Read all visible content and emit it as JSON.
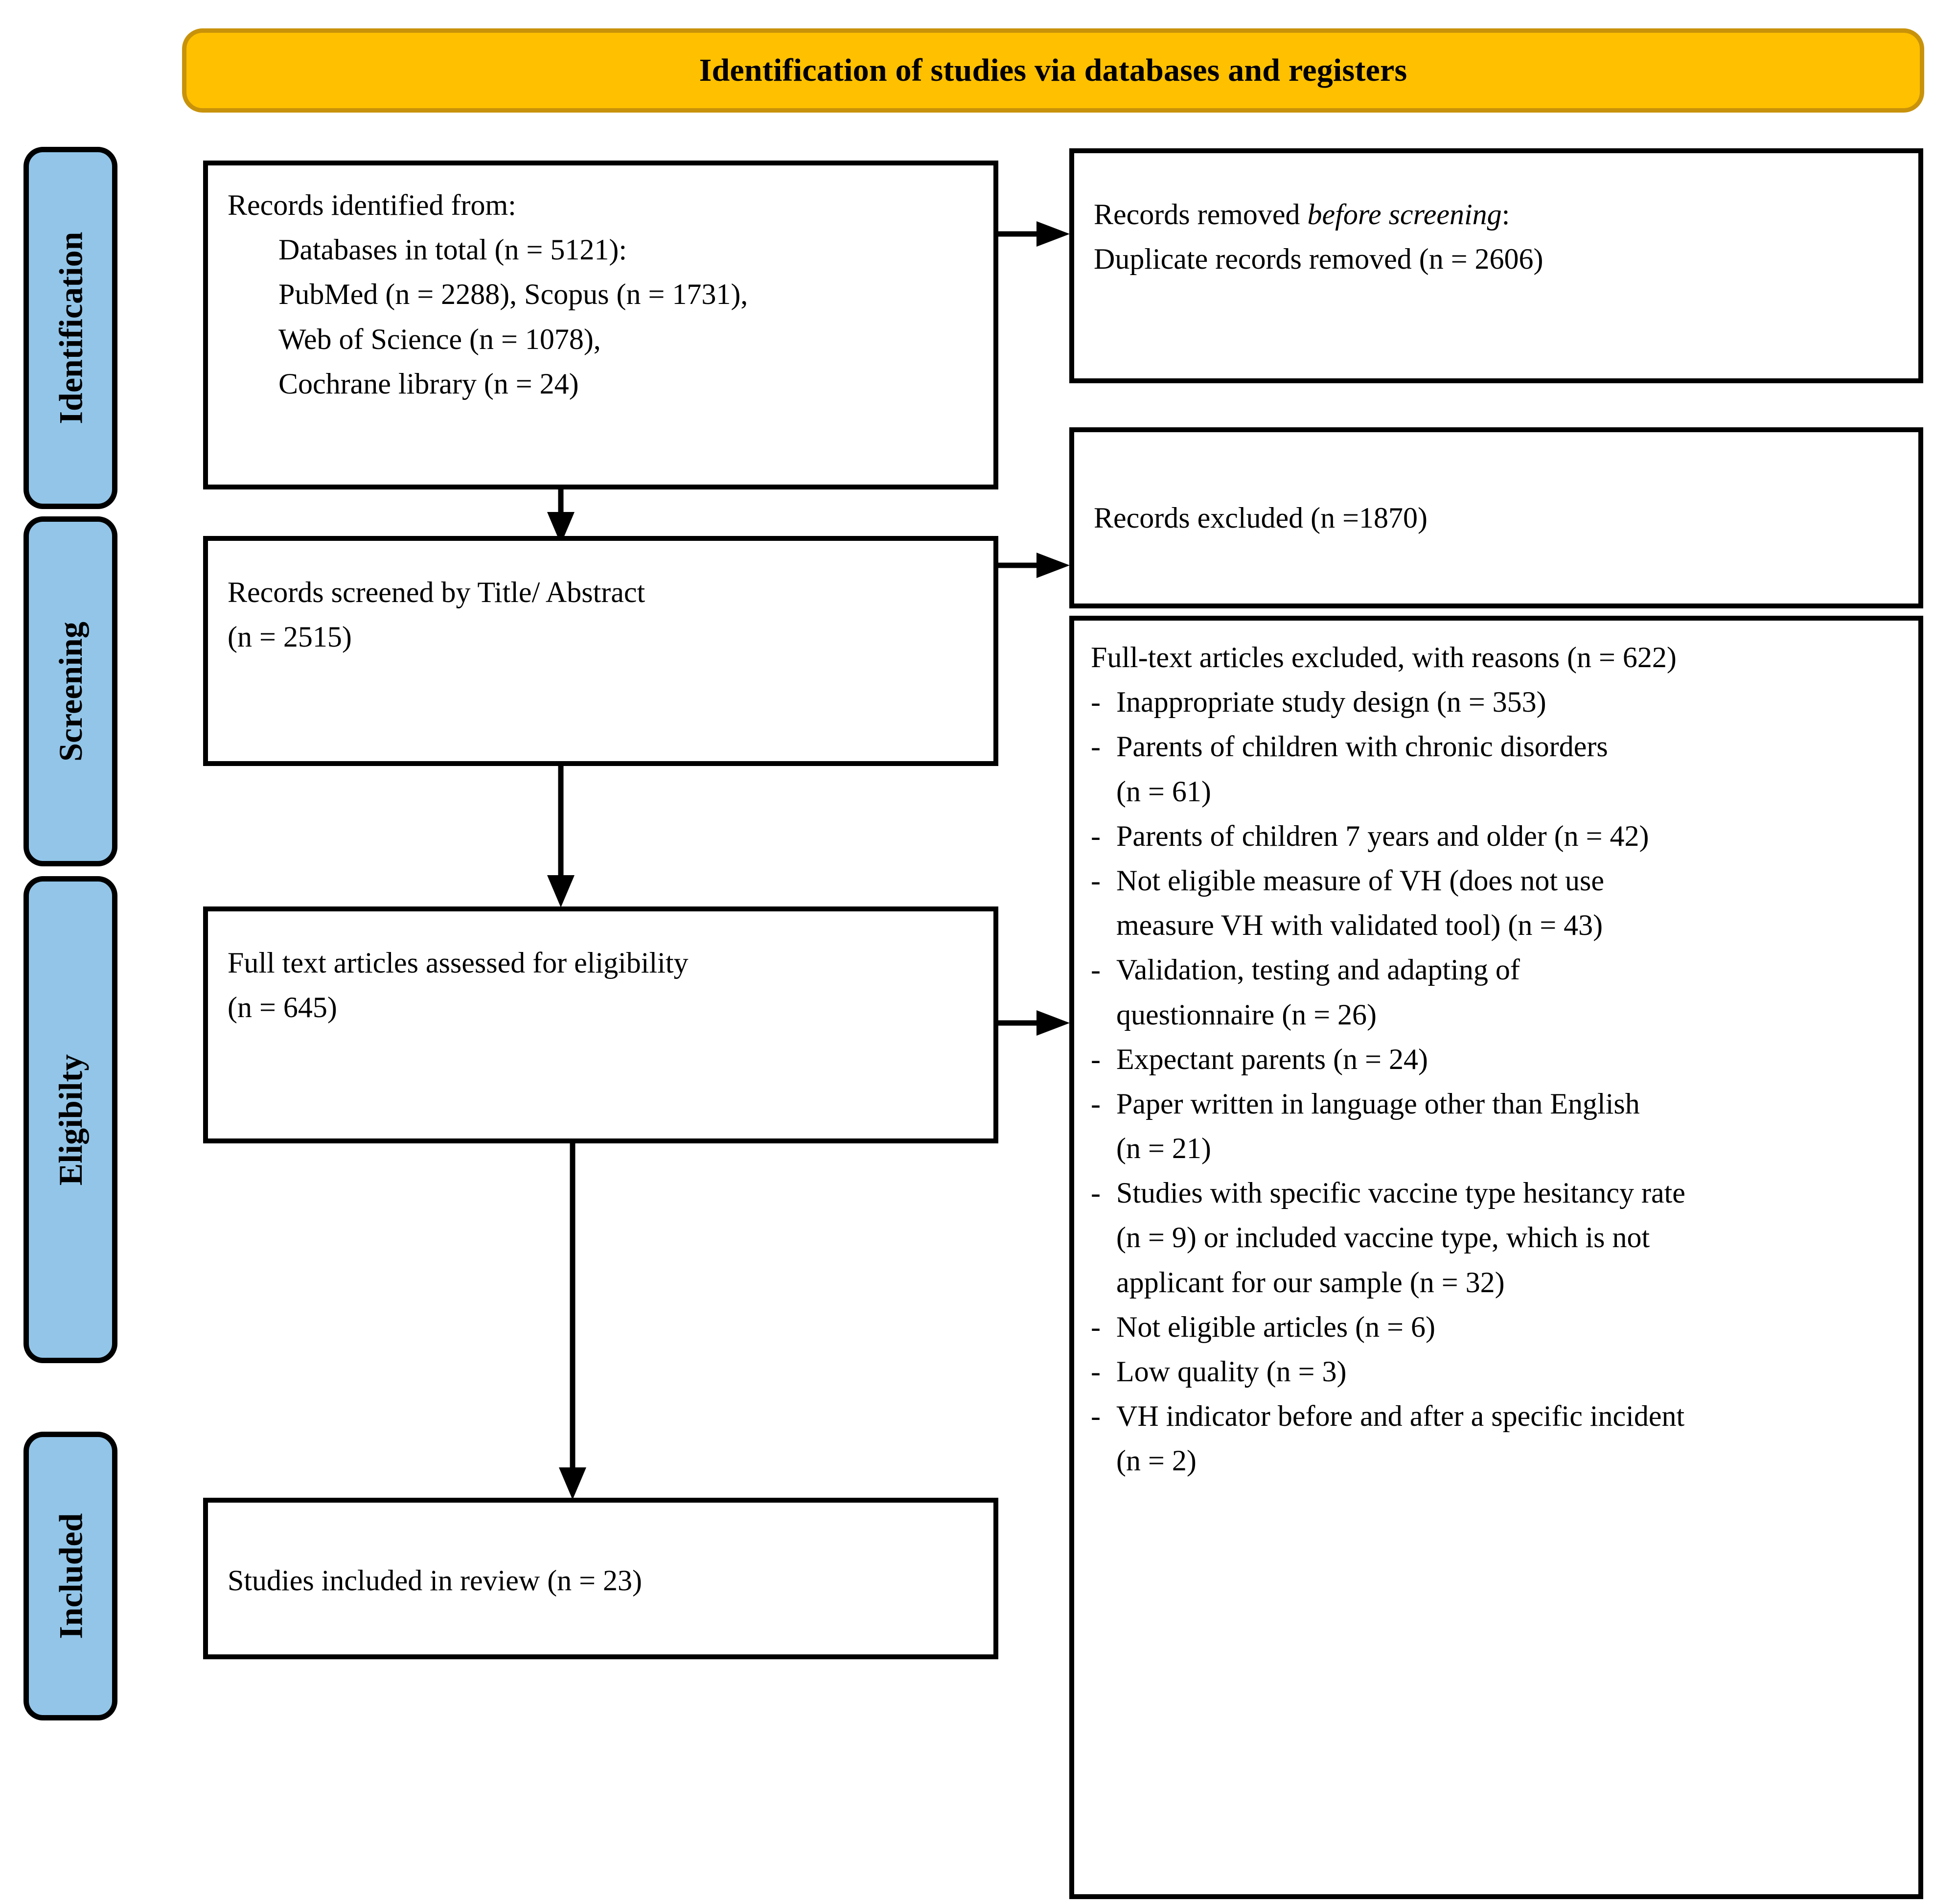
{
  "header": {
    "title": "Identification of studies via databases and registers",
    "fill_color": "#FFC000",
    "border_color": "#C8920A"
  },
  "stages": [
    {
      "id": "identification",
      "label": "Identification"
    },
    {
      "id": "screening",
      "label": "Screening"
    },
    {
      "id": "eligibility",
      "label": "Eligibilty"
    },
    {
      "id": "included",
      "label": "Included"
    }
  ],
  "stage_fill_color": "#92C5E8",
  "boxes": {
    "identified": {
      "lines": [
        "Records identified from:",
        "Databases in total (n = 5121):",
        "PubMed (n = 2288), Scopus (n = 1731),",
        "Web of Science (n = 1078),",
        "Cochrane library (n = 24)"
      ]
    },
    "removed": {
      "line1_a": "Records removed ",
      "line1_italic": "before screening",
      "line1_b": ":",
      "line2": "Duplicate records removed (n = 2606)"
    },
    "screened": {
      "lines": [
        "Records screened by Title/ Abstract",
        "(n = 2515)"
      ]
    },
    "excluded": {
      "lines": [
        "Records excluded (n =1870)"
      ]
    },
    "fulltext": {
      "lines": [
        "Full text articles assessed for eligibility",
        "(n = 645)"
      ]
    },
    "included": {
      "lines": [
        "Studies included in review (n = 23)"
      ]
    },
    "reasons": {
      "heading": "Full-text articles excluded, with reasons (n = 622)",
      "dash": "-",
      "items": [
        {
          "lines": [
            "Inappropriate study design (n = 353)"
          ]
        },
        {
          "lines": [
            "Parents of children with chronic disorders",
            "(n = 61)"
          ]
        },
        {
          "lines": [
            "Parents of children 7 years and older (n = 42)"
          ]
        },
        {
          "lines": [
            "Not eligible measure of VH (does not use",
            "measure VH with validated tool) (n = 43)"
          ]
        },
        {
          "lines": [
            "Validation, testing and adapting of",
            "questionnaire (n = 26)"
          ]
        },
        {
          "lines": [
            "Expectant parents (n = 24)"
          ]
        },
        {
          "lines": [
            "Paper written in language other than English",
            "(n = 21)"
          ]
        },
        {
          "lines": [
            "Studies with specific vaccine type hesitancy rate",
            "(n = 9) or included vaccine type, which is not",
            "applicant for our sample (n = 32)"
          ]
        },
        {
          "lines": [
            "Not eligible articles (n = 6)"
          ]
        },
        {
          "lines": [
            "Low quality (n = 3)"
          ]
        },
        {
          "lines": [
            "VH indicator before and after a specific incident",
            "(n = 2)"
          ]
        }
      ]
    }
  },
  "chart_data": {
    "type": "diagram",
    "diagram_kind": "PRISMA flow diagram",
    "title": "Identification of studies via databases and registers",
    "nodes": [
      {
        "id": "identified",
        "stage": "Identification",
        "label": "Records identified from: Databases in total (n = 5121): PubMed (n = 2288), Scopus (n = 1731), Web of Science (n = 1078), Cochrane library (n = 24)",
        "n": 5121
      },
      {
        "id": "removed",
        "stage": "Identification",
        "label": "Records removed before screening: Duplicate records removed (n = 2606)",
        "n": 2606
      },
      {
        "id": "screened",
        "stage": "Screening",
        "label": "Records screened by Title/ Abstract (n = 2515)",
        "n": 2515
      },
      {
        "id": "excluded",
        "stage": "Screening",
        "label": "Records excluded (n =1870)",
        "n": 1870
      },
      {
        "id": "fulltext",
        "stage": "Eligibilty",
        "label": "Full text articles assessed for eligibility (n = 645)",
        "n": 645
      },
      {
        "id": "reasons",
        "stage": "Eligibilty",
        "label": "Full-text articles excluded, with reasons (n = 622)",
        "n": 622
      },
      {
        "id": "included",
        "stage": "Included",
        "label": "Studies included in review (n = 23)",
        "n": 23
      }
    ],
    "edges": [
      {
        "from": "identified",
        "to": "removed",
        "direction": "right"
      },
      {
        "from": "identified",
        "to": "screened",
        "direction": "down"
      },
      {
        "from": "screened",
        "to": "excluded",
        "direction": "right"
      },
      {
        "from": "screened",
        "to": "fulltext",
        "direction": "down"
      },
      {
        "from": "fulltext",
        "to": "reasons",
        "direction": "right"
      },
      {
        "from": "fulltext",
        "to": "included",
        "direction": "down"
      }
    ],
    "databases": [
      {
        "name": "PubMed",
        "n": 2288
      },
      {
        "name": "Scopus",
        "n": 1731
      },
      {
        "name": "Web of Science",
        "n": 1078
      },
      {
        "name": "Cochrane library",
        "n": 24
      }
    ],
    "exclusion_reasons": [
      {
        "reason": "Inappropriate study design",
        "n": 353
      },
      {
        "reason": "Parents of children with chronic disorders",
        "n": 61
      },
      {
        "reason": "Parents of children 7 years and older",
        "n": 42
      },
      {
        "reason": "Not eligible measure of VH (does not use measure VH with validated tool)",
        "n": 43
      },
      {
        "reason": "Validation, testing and adapting of questionnaire",
        "n": 26
      },
      {
        "reason": "Expectant parents",
        "n": 24
      },
      {
        "reason": "Paper written in language other than English",
        "n": 21
      },
      {
        "reason": "Studies with specific vaccine type hesitancy rate",
        "n": 9
      },
      {
        "reason": "Included vaccine type, which is not applicant for our sample",
        "n": 32
      },
      {
        "reason": "Not eligible articles",
        "n": 6
      },
      {
        "reason": "Low quality",
        "n": 3
      },
      {
        "reason": "VH indicator before and after a specific incident",
        "n": 2
      }
    ]
  }
}
